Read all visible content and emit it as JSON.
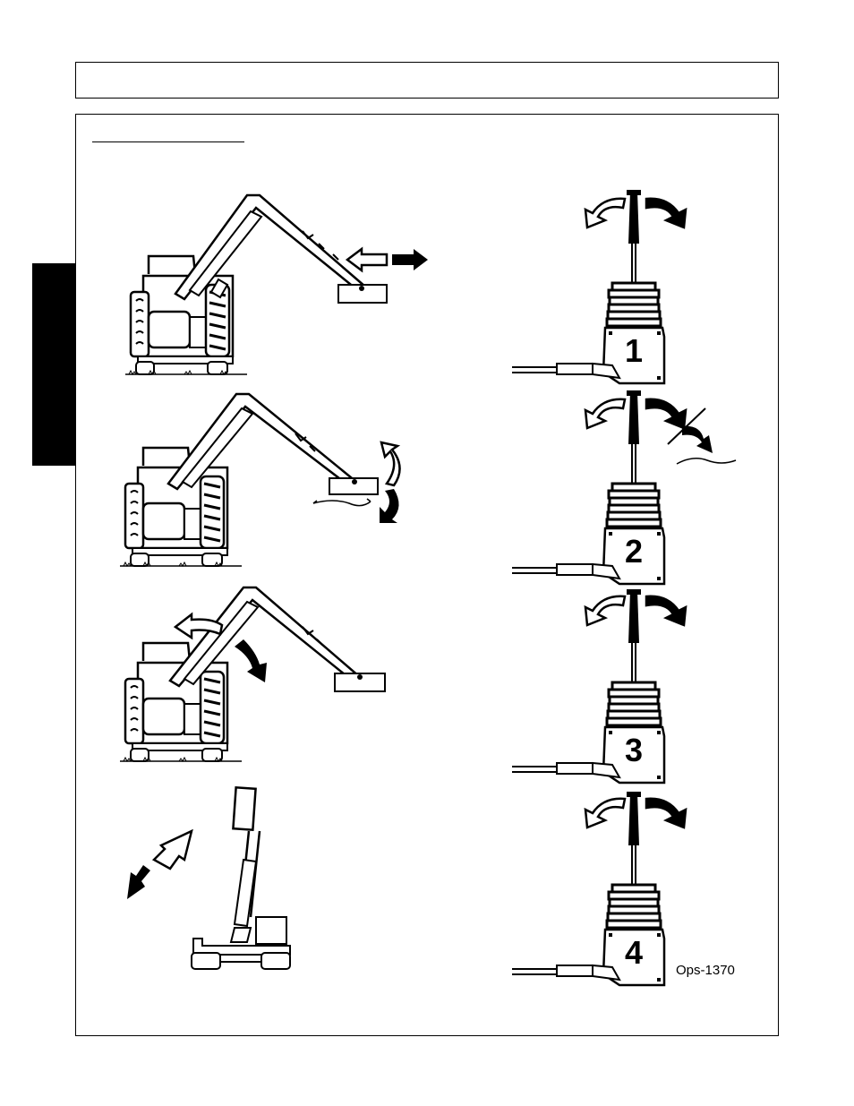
{
  "figure": {
    "code": "Ops-1370",
    "steps": [
      "1",
      "2",
      "3",
      "4"
    ]
  }
}
